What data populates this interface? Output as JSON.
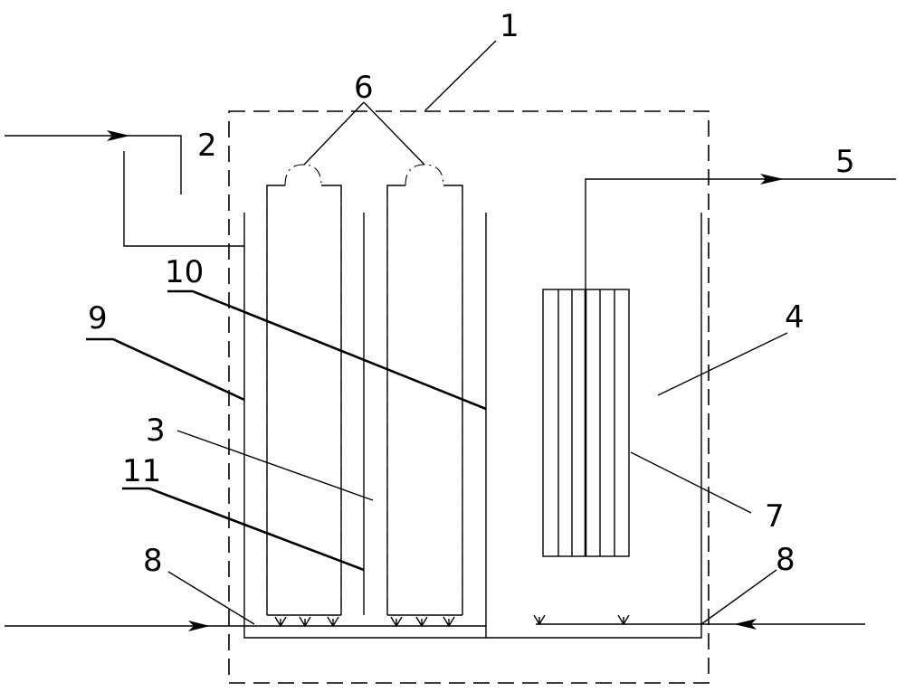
{
  "diagram": {
    "colors": {
      "line": "#000000",
      "background": "#ffffff"
    },
    "labels": {
      "l1": "1",
      "l2": "2",
      "l3": "3",
      "l4": "4",
      "l5": "5",
      "l6": "6",
      "l7": "7",
      "l8a": "8",
      "l8b": "8",
      "l9": "9",
      "l10": "10",
      "l11": "11"
    }
  }
}
